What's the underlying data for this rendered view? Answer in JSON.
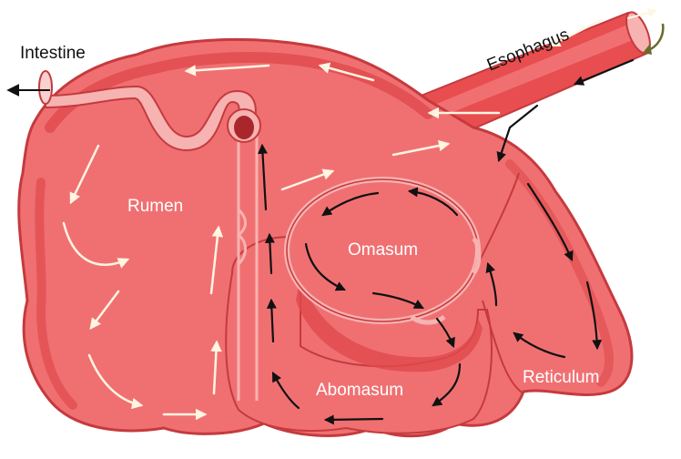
{
  "labels": {
    "intestine": "Intestine",
    "esophagus": "Esophagus",
    "rumen": "Rumen",
    "omasum": "Omasum",
    "abomasum": "Abomasum",
    "reticulum": "Reticulum"
  },
  "colors": {
    "organ_fill": "#f07072",
    "organ_dark": "#e04a4c",
    "organ_outline": "#c53a3e",
    "tube_light": "#f6b3b1",
    "cream_arrow": "#fff5e1",
    "black_arrow": "#111111",
    "label_white": "#ffffff",
    "label_black": "#111111",
    "olive_arrow": "#6b6a2e"
  }
}
